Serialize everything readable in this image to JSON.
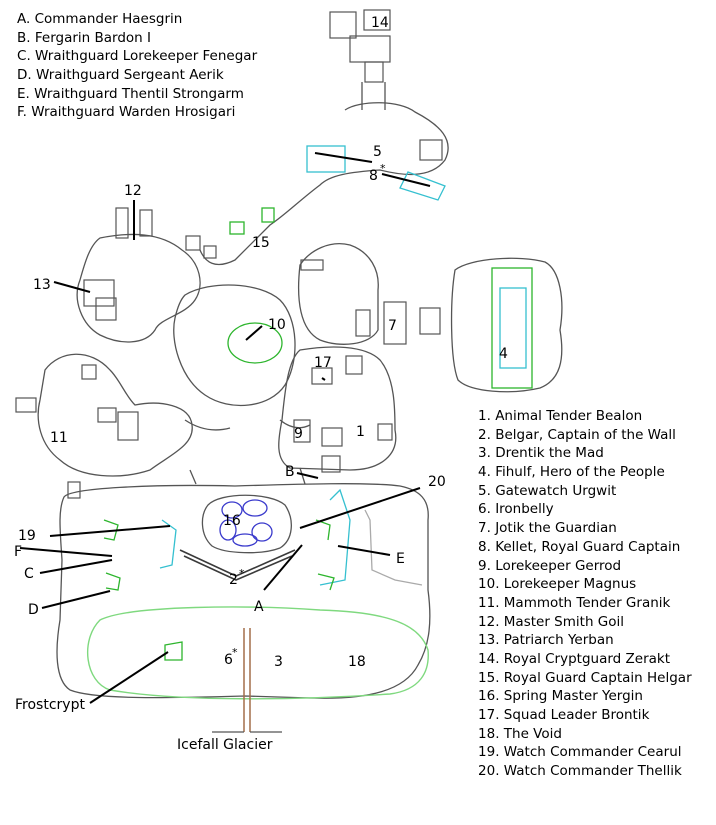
{
  "legend_letters": [
    {
      "key": "A",
      "name": "Commander Haesgrin"
    },
    {
      "key": "B",
      "name": "Fergarin Bardon I"
    },
    {
      "key": "C",
      "name": "Wraithguard Lorekeeper Fenegar"
    },
    {
      "key": "D",
      "name": "Wraithguard Sergeant Aerik"
    },
    {
      "key": "E",
      "name": "Wraithguard Thentil Strongarm"
    },
    {
      "key": "F",
      "name": "Wraithguard Warden Hrosigari"
    }
  ],
  "legend_numbers": [
    {
      "key": "1",
      "name": "Animal Tender Bealon"
    },
    {
      "key": "2",
      "name": "Belgar, Captain of the Wall"
    },
    {
      "key": "3",
      "name": "Drentik the Mad"
    },
    {
      "key": "4",
      "name": "Fihulf, Hero of the People"
    },
    {
      "key": "5",
      "name": "Gatewatch Urgwit"
    },
    {
      "key": "6",
      "name": "Ironbelly"
    },
    {
      "key": "7",
      "name": "Jotik the Guardian"
    },
    {
      "key": "8",
      "name": "Kellet, Royal Guard Captain"
    },
    {
      "key": "9",
      "name": "Lorekeeper Gerrod"
    },
    {
      "key": "10",
      "name": "Lorekeeper Magnus"
    },
    {
      "key": "11",
      "name": "Mammoth Tender Granik"
    },
    {
      "key": "12",
      "name": "Master Smith Goil"
    },
    {
      "key": "13",
      "name": "Patriarch Yerban"
    },
    {
      "key": "14",
      "name": "Royal Cryptguard Zerakt"
    },
    {
      "key": "15",
      "name": "Royal Guard Captain Helgar"
    },
    {
      "key": "16",
      "name": "Spring Master Yergin"
    },
    {
      "key": "17",
      "name": "Squad Leader Brontik"
    },
    {
      "key": "18",
      "name": "The Void"
    },
    {
      "key": "19",
      "name": "Watch Commander Cearul"
    },
    {
      "key": "20",
      "name": "Watch Commander Thellik"
    }
  ],
  "map_labels": {
    "n1": "1",
    "n2": "2",
    "n3": "3",
    "n4": "4",
    "n5": "5",
    "n6": "6",
    "n7": "7",
    "n8": "8",
    "n9": "9",
    "n10": "10",
    "n11": "11",
    "n12": "12",
    "n13": "13",
    "n14": "14",
    "n15": "15",
    "n16": "16",
    "n17": "17",
    "n18": "18",
    "n19": "19",
    "n20": "20",
    "lA": "A",
    "lB": "B",
    "lC": "C",
    "lD": "D",
    "lE": "E",
    "lF": "F",
    "star": "*",
    "frostcrypt": "Frostcrypt",
    "icefall": "Icefall Glacier"
  },
  "colors": {
    "outline": "#555555",
    "green": "#2db52d",
    "light_green": "#9fe09f",
    "cyan": "#35c0d0",
    "blue": "#3a3acc",
    "brown": "#a36e4a",
    "grey": "#aaaaaa"
  }
}
